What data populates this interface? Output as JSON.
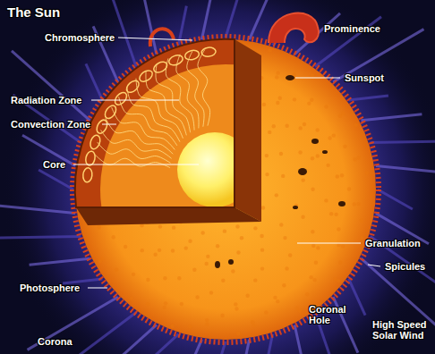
{
  "diagram": {
    "title": "The Sun",
    "labels": [
      "Chromosphere",
      "Prominence",
      "Radiation Zone",
      "Convection Zone",
      "Core",
      "Sunspot",
      "Granulation",
      "Spicules",
      "Photosphere",
      "Coronal Hole",
      "High Speed Solar Wind",
      "Corona"
    ]
  }
}
